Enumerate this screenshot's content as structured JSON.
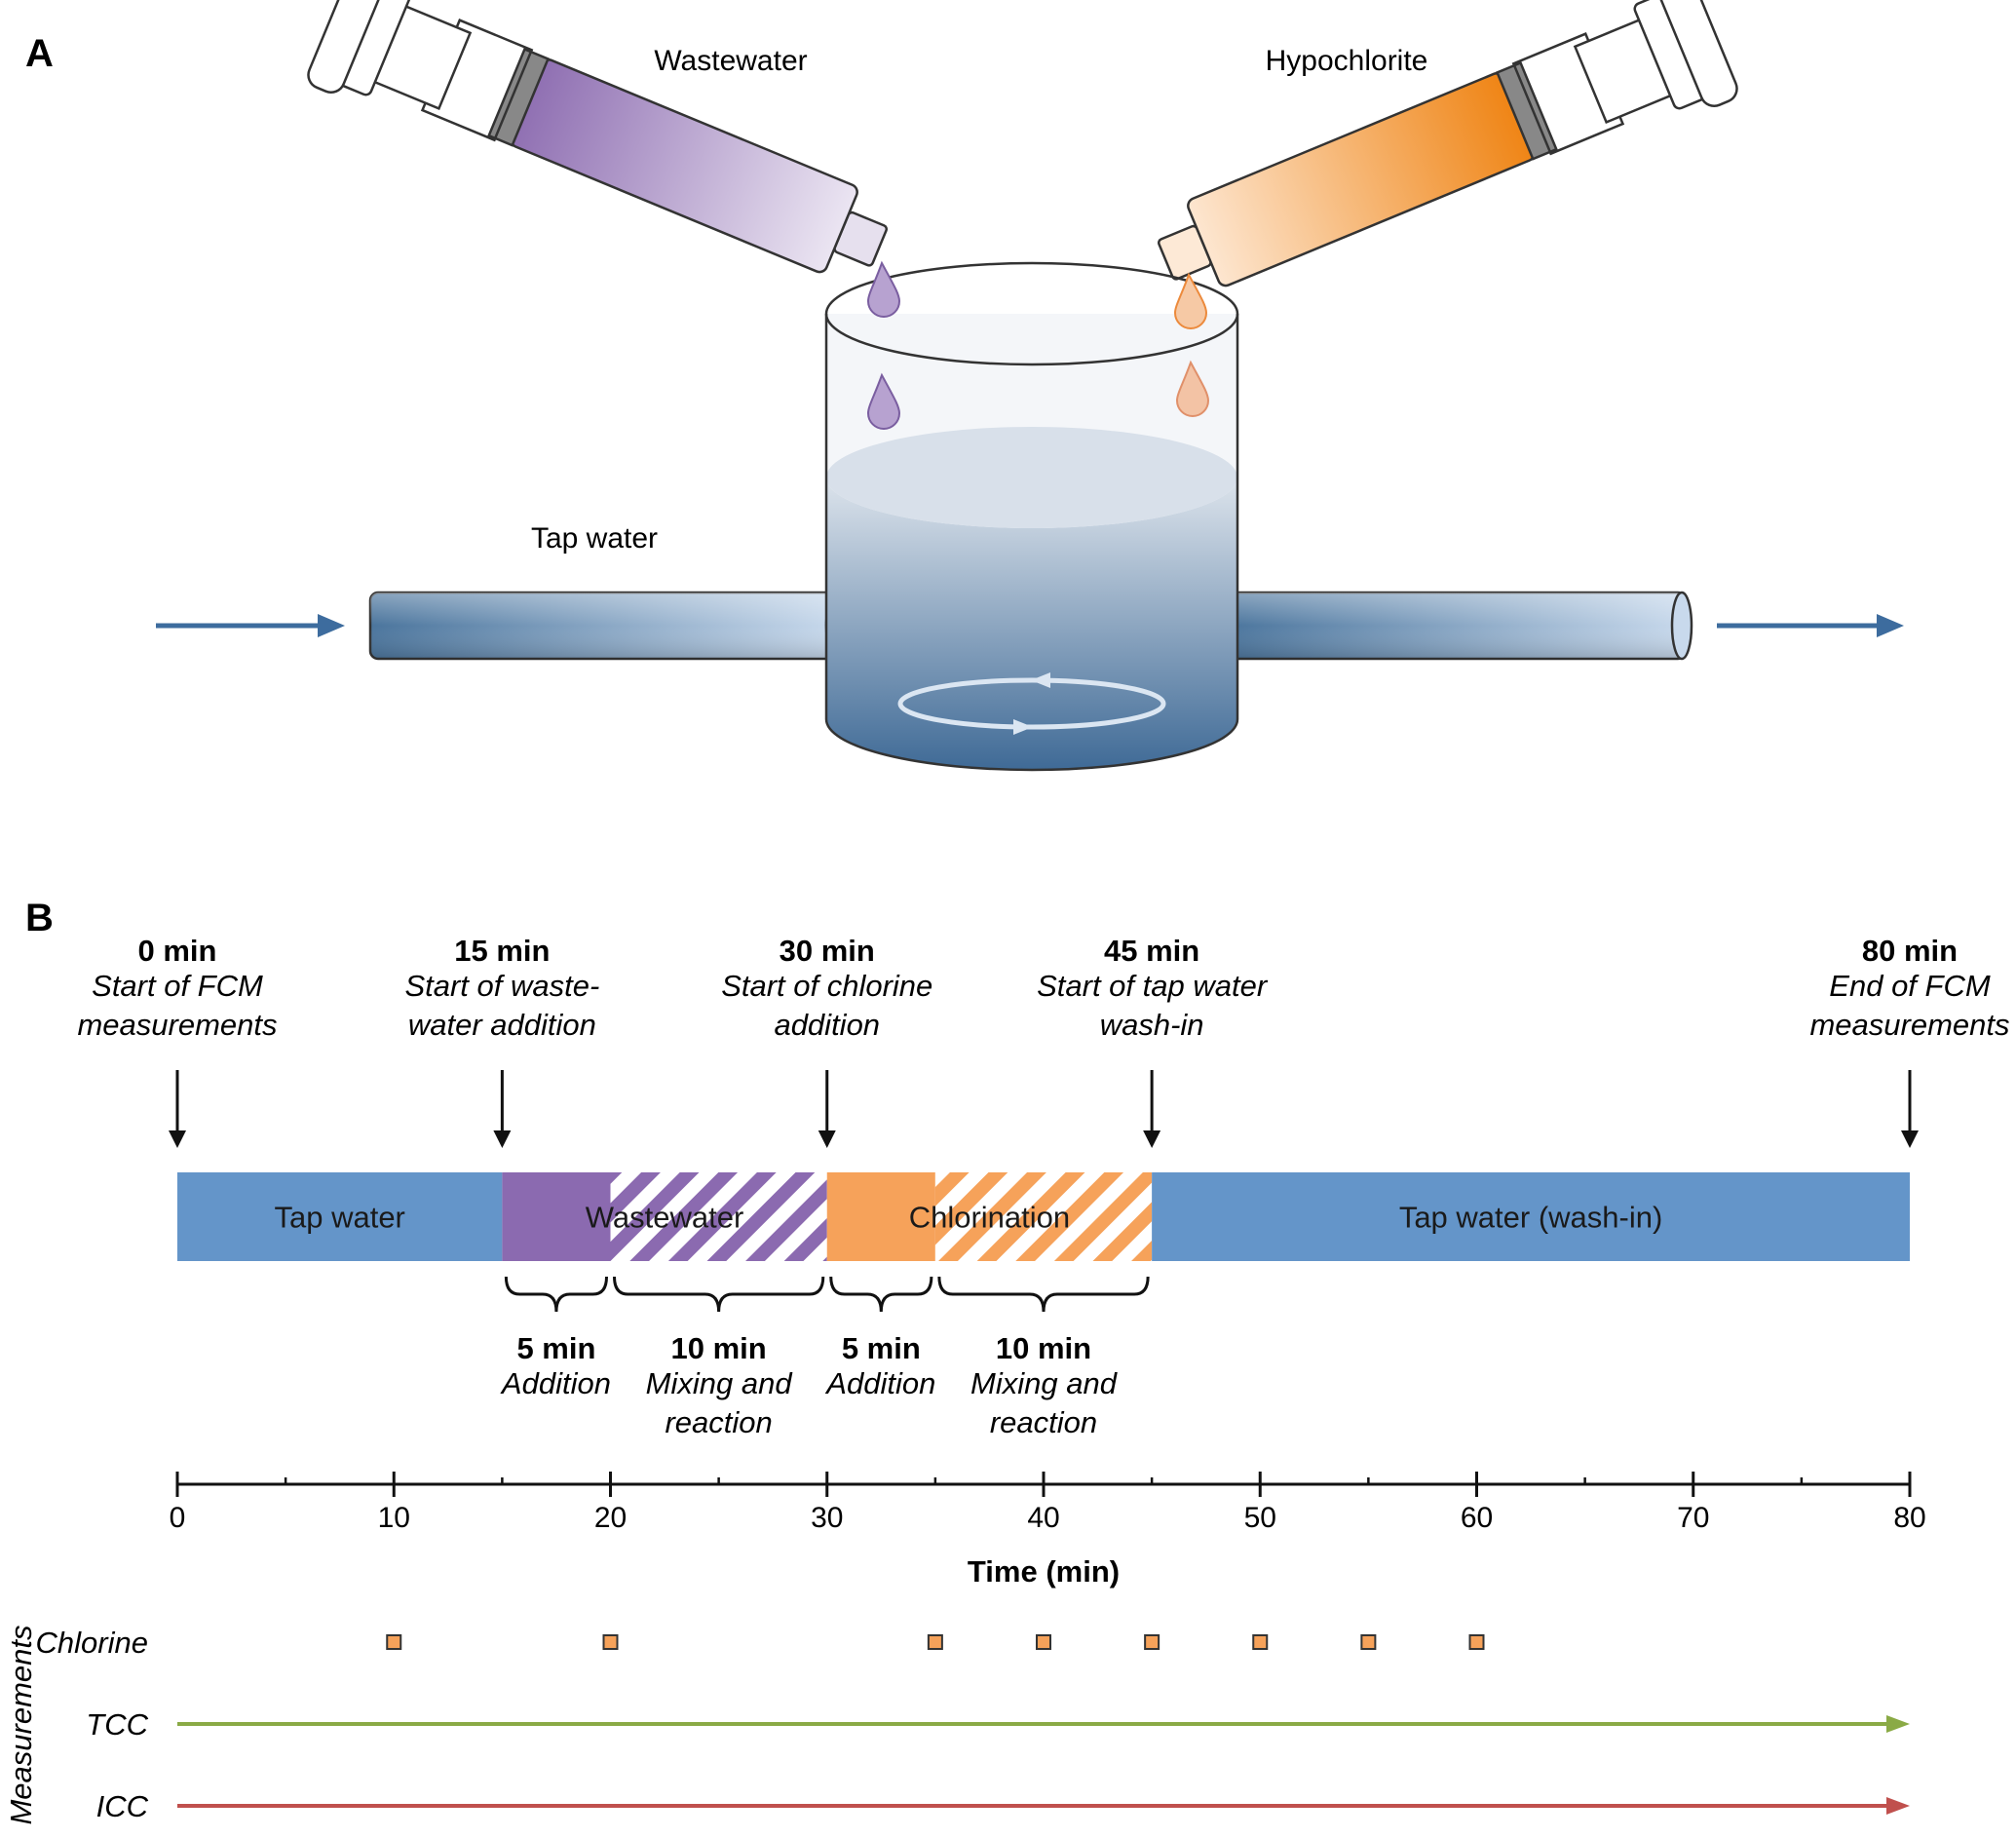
{
  "panel_a": {
    "letter": "A",
    "labels": {
      "wastewater": "Wastewater",
      "hypochlorite": "Hypochlorite",
      "tap_water": "Tap water"
    },
    "colors": {
      "wastewater": "#8f6fb2",
      "hypochlorite": "#f08a1c",
      "water_top": "#dfe6ee",
      "water_bottom": "#3f6a96"
    }
  },
  "panel_b": {
    "letter": "B",
    "events": [
      {
        "time": 0,
        "title": "0 min",
        "line1": "Start of FCM",
        "line2": "measurements"
      },
      {
        "time": 15,
        "title": "15 min",
        "line1": "Start of waste-",
        "line2": "water addition"
      },
      {
        "time": 30,
        "title": "30 min",
        "line1": "Start of chlorine",
        "line2": "addition"
      },
      {
        "time": 45,
        "title": "45 min",
        "line1": "Start of tap water",
        "line2": "wash-in"
      },
      {
        "time": 80,
        "title": "80 min",
        "line1": "End of FCM",
        "line2": "measurements"
      }
    ],
    "phases": [
      {
        "label": "Tap water",
        "start": 0,
        "end": 15,
        "color": "#6495c9"
      },
      {
        "label": "Wastewater",
        "start": 15,
        "end": 30,
        "color": "#8b6ab0",
        "solid_until": 20
      },
      {
        "label": "Chlorination",
        "start": 30,
        "end": 45,
        "color": "#f6a25a",
        "solid_until": 35
      },
      {
        "label": "Tap water (wash-in)",
        "start": 45,
        "end": 80,
        "color": "#6495c9"
      }
    ],
    "sub_phases": [
      {
        "start": 15,
        "end": 20,
        "title": "5 min",
        "line1": "Addition",
        "line2": ""
      },
      {
        "start": 20,
        "end": 30,
        "title": "10 min",
        "line1": "Mixing and",
        "line2": "reaction"
      },
      {
        "start": 30,
        "end": 35,
        "title": "5 min",
        "line1": "Addition",
        "line2": ""
      },
      {
        "start": 35,
        "end": 45,
        "title": "10 min",
        "line1": "Mixing and",
        "line2": "reaction"
      }
    ],
    "axis": {
      "title": "Time (min)",
      "min": 0,
      "max": 80,
      "ticks": [
        "0",
        "10",
        "20",
        "30",
        "40",
        "50",
        "60",
        "70",
        "80"
      ],
      "minor_ticks": [
        5,
        15,
        25,
        35,
        45,
        55,
        65,
        75
      ]
    },
    "measurements": {
      "group_label": "Measurements",
      "chlorine": {
        "label": "Chlorine",
        "times": [
          10,
          20,
          35,
          40,
          45,
          50,
          55,
          60
        ],
        "color": "#f6a25a"
      },
      "tcc": {
        "label": "TCC",
        "start": 0,
        "end": 80,
        "color": "#8aaa45"
      },
      "icc": {
        "label": "ICC",
        "start": 0,
        "end": 80,
        "color": "#c0504d"
      }
    }
  }
}
